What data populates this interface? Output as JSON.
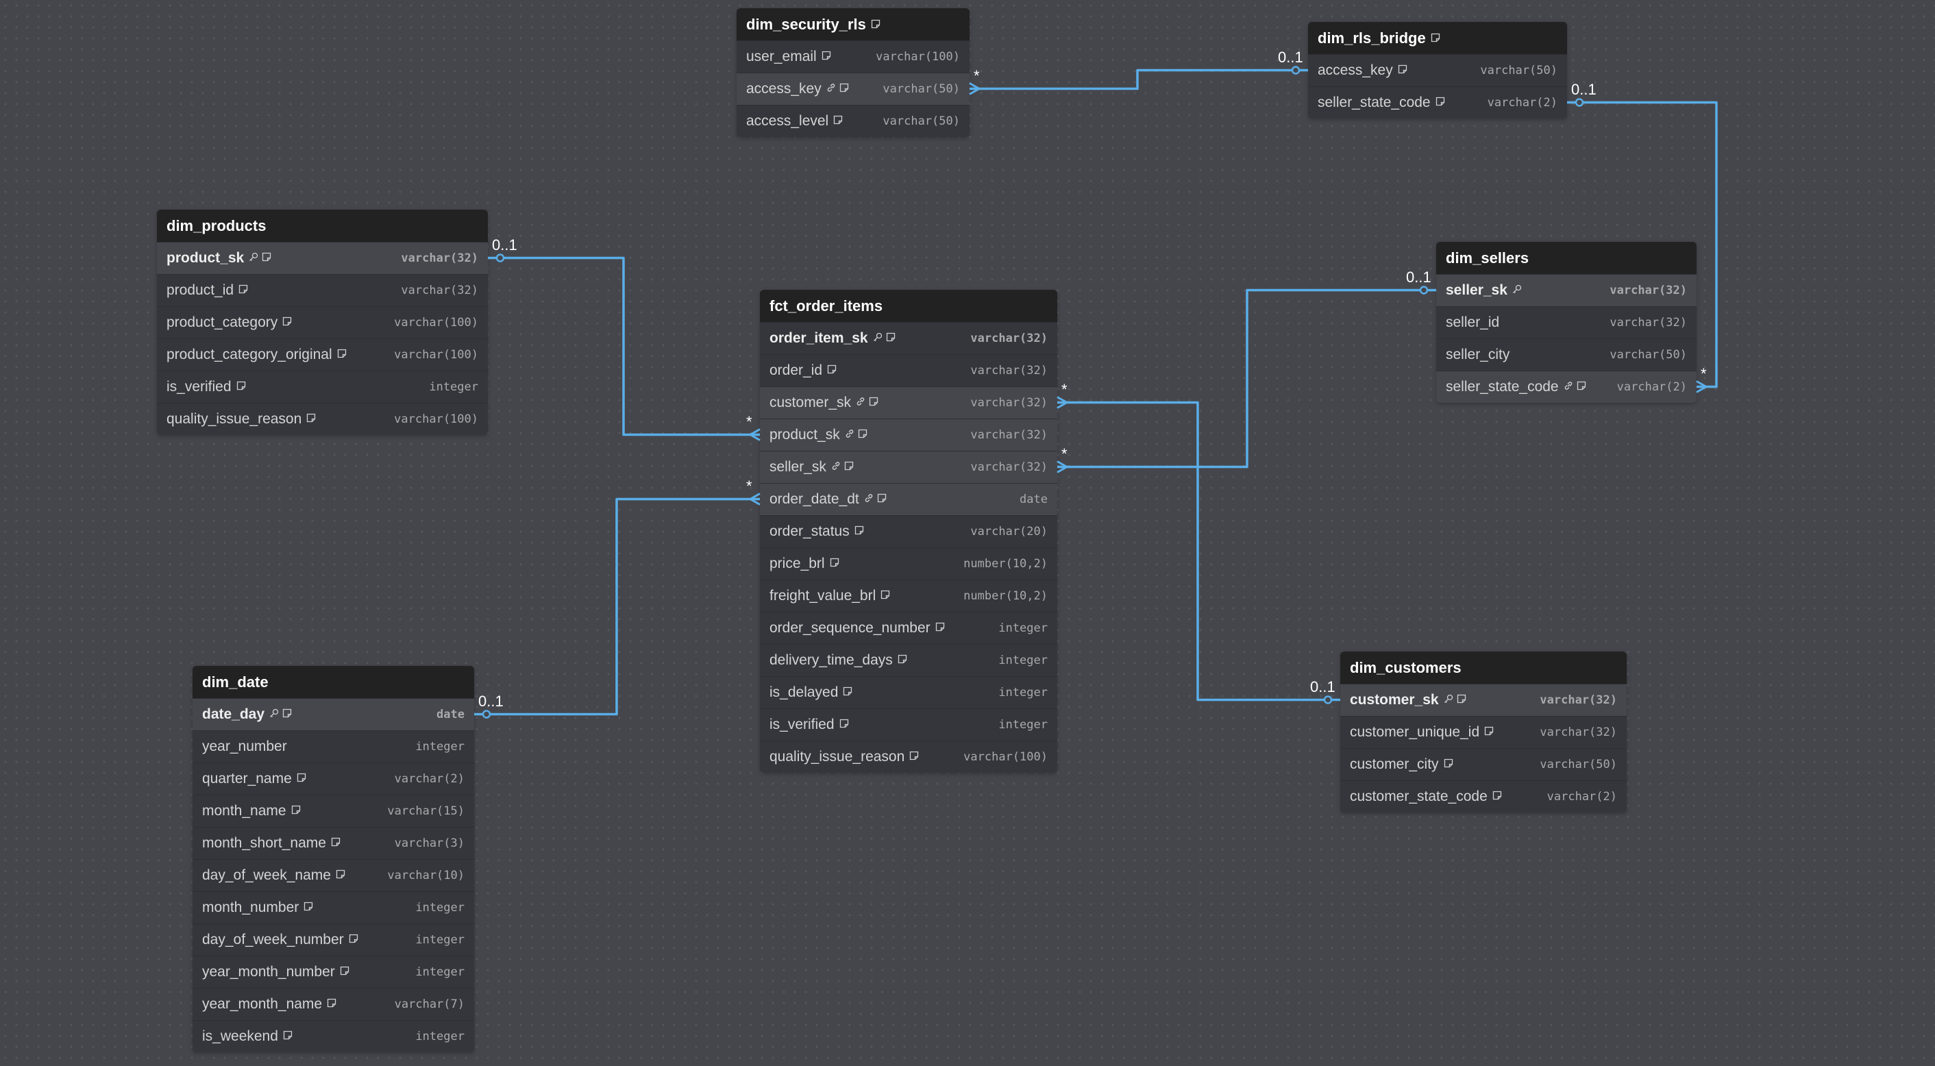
{
  "tables": [
    {
      "id": "dim_security_rls",
      "name": "dim_security_rls",
      "note": true,
      "columns": [
        {
          "name": "user_email",
          "type": "varchar(100)",
          "note": true
        },
        {
          "name": "access_key",
          "type": "varchar(50)",
          "fk": true,
          "note": true,
          "rel": true
        },
        {
          "name": "access_level",
          "type": "varchar(50)",
          "note": true
        }
      ]
    },
    {
      "id": "dim_rls_bridge",
      "name": "dim_rls_bridge",
      "note": true,
      "columns": [
        {
          "name": "access_key",
          "type": "varchar(50)",
          "note": true
        },
        {
          "name": "seller_state_code",
          "type": "varchar(2)",
          "note": true
        }
      ]
    },
    {
      "id": "dim_products",
      "name": "dim_products",
      "columns": [
        {
          "name": "product_sk",
          "type": "varchar(32)",
          "pk": true,
          "note": true,
          "rel": true
        },
        {
          "name": "product_id",
          "type": "varchar(32)",
          "note": true
        },
        {
          "name": "product_category",
          "type": "varchar(100)",
          "note": true
        },
        {
          "name": "product_category_original",
          "type": "varchar(100)",
          "note": true
        },
        {
          "name": "is_verified",
          "type": "integer",
          "note": true
        },
        {
          "name": "quality_issue_reason",
          "type": "varchar(100)",
          "note": true
        }
      ]
    },
    {
      "id": "fct_order_items",
      "name": "fct_order_items",
      "columns": [
        {
          "name": "order_item_sk",
          "type": "varchar(32)",
          "pk": true,
          "note": true
        },
        {
          "name": "order_id",
          "type": "varchar(32)",
          "note": true
        },
        {
          "name": "customer_sk",
          "type": "varchar(32)",
          "fk": true,
          "note": true,
          "rel": true
        },
        {
          "name": "product_sk",
          "type": "varchar(32)",
          "fk": true,
          "note": true,
          "rel": true
        },
        {
          "name": "seller_sk",
          "type": "varchar(32)",
          "fk": true,
          "note": true,
          "rel": true
        },
        {
          "name": "order_date_dt",
          "type": "date",
          "fk": true,
          "note": true,
          "rel": true
        },
        {
          "name": "order_status",
          "type": "varchar(20)",
          "note": true
        },
        {
          "name": "price_brl",
          "type": "number(10,2)",
          "note": true
        },
        {
          "name": "freight_value_brl",
          "type": "number(10,2)",
          "note": true
        },
        {
          "name": "order_sequence_number",
          "type": "integer",
          "note": true
        },
        {
          "name": "delivery_time_days",
          "type": "integer",
          "note": true
        },
        {
          "name": "is_delayed",
          "type": "integer",
          "note": true
        },
        {
          "name": "is_verified",
          "type": "integer",
          "note": true
        },
        {
          "name": "quality_issue_reason",
          "type": "varchar(100)",
          "note": true
        }
      ]
    },
    {
      "id": "dim_sellers",
      "name": "dim_sellers",
      "columns": [
        {
          "name": "seller_sk",
          "type": "varchar(32)",
          "pk": true,
          "rel": true
        },
        {
          "name": "seller_id",
          "type": "varchar(32)"
        },
        {
          "name": "seller_city",
          "type": "varchar(50)"
        },
        {
          "name": "seller_state_code",
          "type": "varchar(2)",
          "fk": true,
          "note": true,
          "rel": true
        }
      ]
    },
    {
      "id": "dim_date",
      "name": "dim_date",
      "columns": [
        {
          "name": "date_day",
          "type": "date",
          "pk": true,
          "note": true,
          "rel": true
        },
        {
          "name": "year_number",
          "type": "integer"
        },
        {
          "name": "quarter_name",
          "type": "varchar(2)",
          "note": true
        },
        {
          "name": "month_name",
          "type": "varchar(15)",
          "note": true
        },
        {
          "name": "month_short_name",
          "type": "varchar(3)",
          "note": true
        },
        {
          "name": "day_of_week_name",
          "type": "varchar(10)",
          "note": true
        },
        {
          "name": "month_number",
          "type": "integer",
          "note": true
        },
        {
          "name": "day_of_week_number",
          "type": "integer",
          "note": true
        },
        {
          "name": "year_month_number",
          "type": "integer",
          "note": true
        },
        {
          "name": "year_month_name",
          "type": "varchar(7)",
          "note": true
        },
        {
          "name": "is_weekend",
          "type": "integer",
          "note": true
        }
      ]
    },
    {
      "id": "dim_customers",
      "name": "dim_customers",
      "columns": [
        {
          "name": "customer_sk",
          "type": "varchar(32)",
          "pk": true,
          "note": true,
          "rel": true
        },
        {
          "name": "customer_unique_id",
          "type": "varchar(32)",
          "note": true
        },
        {
          "name": "customer_city",
          "type": "varchar(50)",
          "note": true
        },
        {
          "name": "customer_state_code",
          "type": "varchar(2)",
          "note": true
        }
      ]
    }
  ],
  "relationships": [
    {
      "from": "dim_security_rls.access_key",
      "to": "dim_rls_bridge.access_key",
      "from_card": "*",
      "to_card": "0..1"
    },
    {
      "from": "dim_rls_bridge.seller_state_code",
      "to": "dim_sellers.seller_state_code",
      "from_card": "0..1",
      "to_card": "*"
    },
    {
      "from": "dim_products.product_sk",
      "to": "fct_order_items.product_sk",
      "from_card": "0..1",
      "to_card": "*"
    },
    {
      "from": "dim_date.date_day",
      "to": "fct_order_items.order_date_dt",
      "from_card": "0..1",
      "to_card": "*"
    },
    {
      "from": "fct_order_items.customer_sk",
      "to": "dim_customers.customer_sk",
      "from_card": "*",
      "to_card": "0..1"
    },
    {
      "from": "fct_order_items.seller_sk",
      "to": "dim_sellers.seller_sk",
      "from_card": "*",
      "to_card": "0..1"
    }
  ],
  "colors": {
    "link": "#5aaee8",
    "header": "#222223",
    "row": "#35363b",
    "row_related": "#46474c"
  }
}
